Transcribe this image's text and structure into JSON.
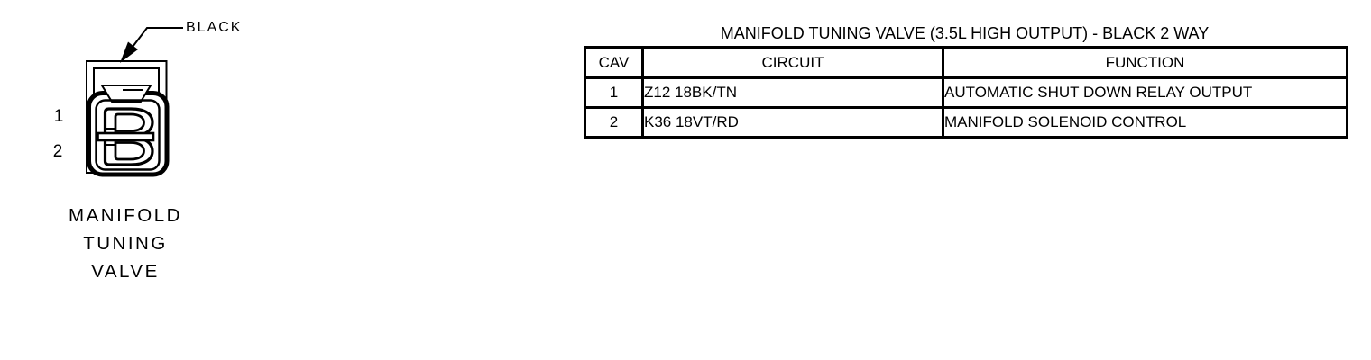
{
  "colors": {
    "ink": "#000000",
    "background": "#ffffff"
  },
  "connector": {
    "color_label": "BLACK",
    "pins": [
      "1",
      "2"
    ],
    "caption_lines": [
      "MANIFOLD",
      "TUNING",
      "VALVE"
    ]
  },
  "table": {
    "title": "MANIFOLD TUNING VALVE (3.5L HIGH OUTPUT) - BLACK 2 WAY",
    "headers": [
      "CAV",
      "CIRCUIT",
      "FUNCTION"
    ],
    "rows": [
      {
        "cav": "1",
        "circuit": "Z12 18BK/TN",
        "function": "AUTOMATIC SHUT DOWN RELAY OUTPUT"
      },
      {
        "cav": "2",
        "circuit": "K36 18VT/RD",
        "function": "MANIFOLD SOLENOID CONTROL"
      }
    ]
  }
}
